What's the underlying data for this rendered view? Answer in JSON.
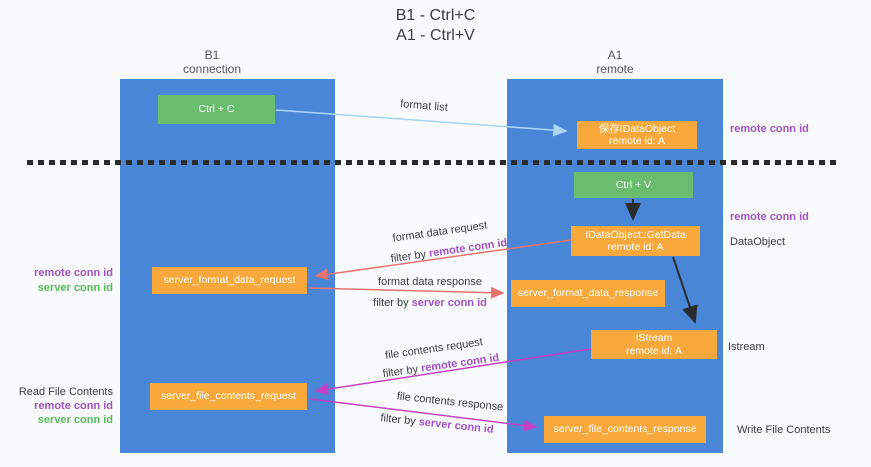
{
  "title": {
    "line1": "B1 - Ctrl+C",
    "line2": "A1 - Ctrl+V"
  },
  "lanes": {
    "left": {
      "name": "B1",
      "subtitle": "connection"
    },
    "right": {
      "name": "A1",
      "subtitle": "remote"
    }
  },
  "nodes": {
    "ctrl_c": {
      "label": "Ctrl + C"
    },
    "save_dataobject": {
      "line1": "保存IDataObject",
      "line2": "remote id: A"
    },
    "ctrl_v": {
      "label": "Ctrl + V"
    },
    "getdata": {
      "line1": "IDataObject::GetData",
      "line2": "remote id: A"
    },
    "format_request": {
      "label": "server_format_data_request"
    },
    "format_response": {
      "label": "server_format_data_response"
    },
    "istream": {
      "line1": "IStream",
      "line2": "remote id: A"
    },
    "file_request": {
      "label": "server_file_contents_request"
    },
    "file_response": {
      "label": "server_file_contents_response"
    }
  },
  "edge_labels": {
    "format_list": "format list",
    "format_data_request": "format data request",
    "format_data_response": "format data response",
    "file_contents_request": "file contents request",
    "file_contents_response": "file contents response",
    "filter_by": "filter by",
    "remote_conn_id": "remote conn id",
    "server_conn_id": "server conn id"
  },
  "side_labels": {
    "right_remote_conn_id_top": "remote conn id",
    "right_remote_conn_id_mid": "remote conn id",
    "dataobject": "DataObject",
    "istream": "Istream",
    "write_file_contents": "Write File Contents",
    "left_remote_conn_id_mid": "remote conn id",
    "left_server_conn_id_mid": "server conn id",
    "read_file_contents": "Read File Contents",
    "left_remote_conn_id_bottom": "remote conn id",
    "left_server_conn_id_bottom": "server conn id"
  },
  "colors": {
    "lane_blue": "#4a86d8",
    "green_box": "#6abd6e",
    "orange_box": "#f9a83c",
    "salmon_arrow": "#e8736f",
    "magenta_arrow": "#c83fc8",
    "light_blue_arrow": "#a9d6f5",
    "purple_text": "#a052c7",
    "green_text": "#57ba57",
    "black": "#2b2b2b"
  }
}
